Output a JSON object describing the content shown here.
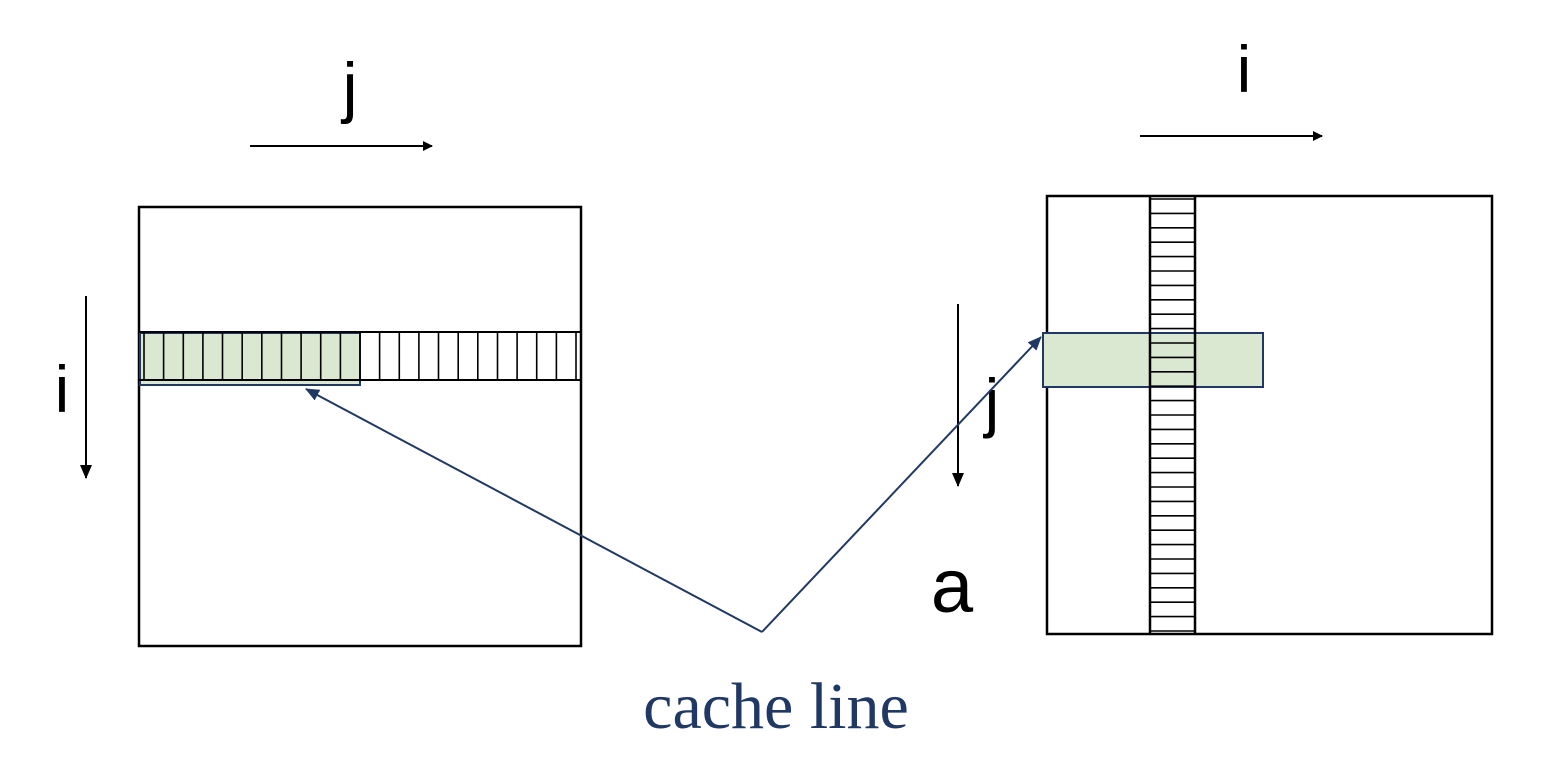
{
  "left_matrix": {
    "top_axis_label": "j",
    "side_axis_label": "i"
  },
  "right_matrix": {
    "top_axis_label": "i",
    "side_axis_label": "j",
    "name_label": "a"
  },
  "caption": "cache line",
  "colors": {
    "highlight_fill": "#dbe8d1",
    "highlight_border": "#1f3864",
    "pointer_line": "#1f3864",
    "caption_text": "#1f3864",
    "outline": "#000000"
  }
}
